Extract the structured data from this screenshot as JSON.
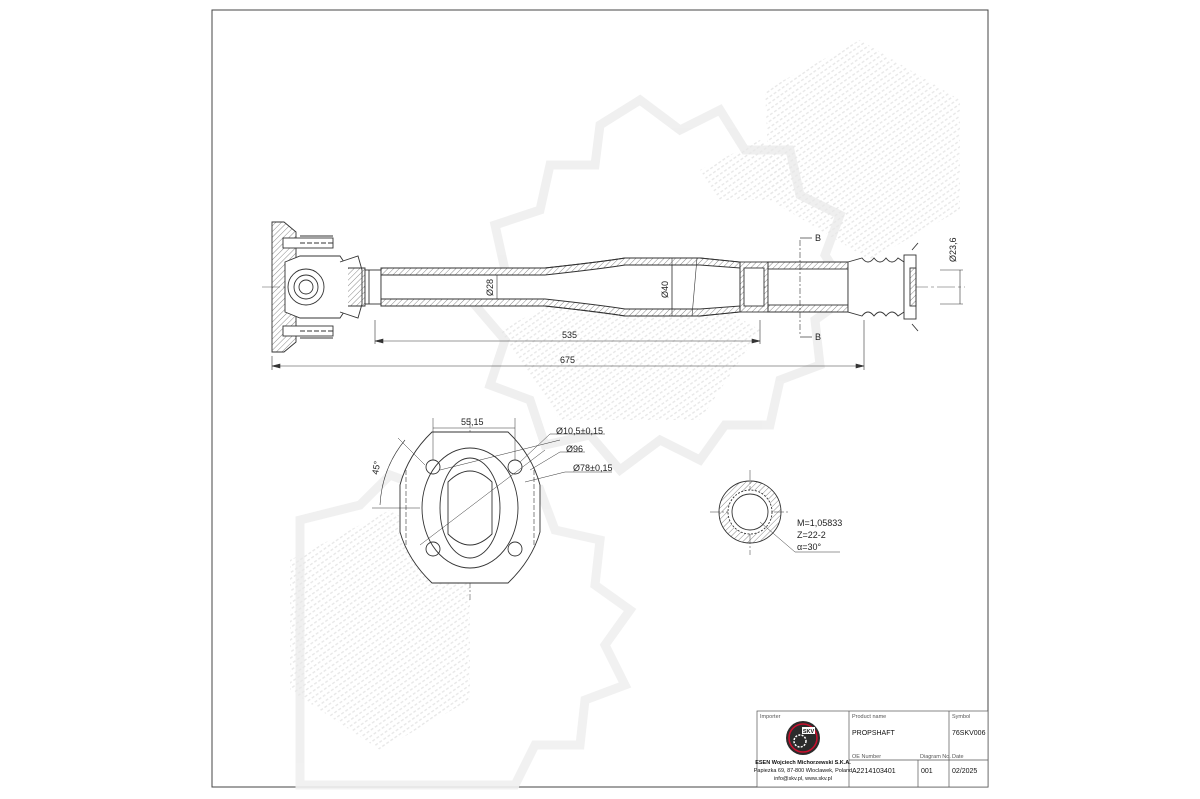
{
  "drawing": {
    "dimensions": {
      "tube_diameter": "Ø28",
      "mid_diameter": "Ø40",
      "end_diameter": "Ø23,6",
      "length_inner": "535",
      "length_total": "675",
      "section_mark_top": "B",
      "section_mark_bottom": "B"
    },
    "flange": {
      "angle": "45°",
      "pitch": "55,15",
      "hole_diameter": "Ø10,5±0,15",
      "outer_diameter": "Ø96",
      "bolt_circle": "Ø78±0,15"
    },
    "spline": {
      "module": "M=1,05833",
      "teeth": "Z=22-2",
      "angle": "α=30°"
    }
  },
  "title_block": {
    "importer_label": "Importer",
    "company_name": "ESEN Wojciech Michorzewski S.K.A.",
    "company_address": "Papiezka 69, 87-800 Wloclawek, Poland",
    "company_contact": "info@skv.pl, www.skv.pl",
    "logo_text": "SKV",
    "product_name_label": "Product name",
    "product_name": "PROPSHAFT",
    "symbol_label": "Symbol",
    "symbol": "76SKV006",
    "oe_number_label": "OE Number",
    "oe_number": "A2214103401",
    "diagram_no_label": "Diagram No.",
    "diagram_no": "001",
    "date_label": "Date",
    "date": "02/2025"
  },
  "colors": {
    "line": "#333333",
    "hatch": "#555555",
    "watermark": "#ececec",
    "logo_red": "#c8102e"
  }
}
